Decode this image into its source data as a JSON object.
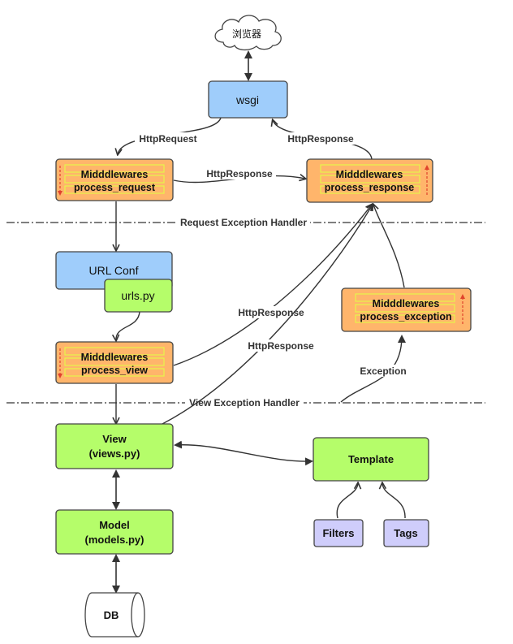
{
  "browser": {
    "label": "浏览器"
  },
  "wsgi": {
    "label": "wsgi"
  },
  "mw_request": {
    "line1": "Midddlewares",
    "line2": "process_request"
  },
  "mw_response": {
    "line1": "Midddlewares",
    "line2": "process_response"
  },
  "mw_view": {
    "line1": "Midddlewares",
    "line2": "process_view"
  },
  "mw_exception": {
    "line1": "Midddlewares",
    "line2": "process_exception"
  },
  "urlconf": {
    "label": "URL Conf",
    "urls": "urls.py"
  },
  "view": {
    "line1": "View",
    "line2": "(views.py)"
  },
  "model": {
    "line1": "Model",
    "line2": "(models.py)"
  },
  "db": {
    "label": "DB"
  },
  "template": {
    "label": "Template"
  },
  "filters": {
    "label": "Filters"
  },
  "tags": {
    "label": "Tags"
  },
  "edges": {
    "http_request": "HttpRequest",
    "http_response_top": "HttpResponse",
    "http_response_mid": "HttpResponse",
    "http_response_view_mw": "HttpResponse",
    "http_response_view": "HttpResponse",
    "exception": "Exception"
  },
  "dividers": {
    "request_exception": "Request Exception Handler",
    "view_exception": "View Exception Handler"
  },
  "colors": {
    "blue": "#9fcdfb",
    "orange": "#ffb56b",
    "green": "#b5fd6a",
    "purple": "#cfcdfb",
    "middleware_lines": "#e7f54a",
    "red_arrow": "#e0432c"
  }
}
